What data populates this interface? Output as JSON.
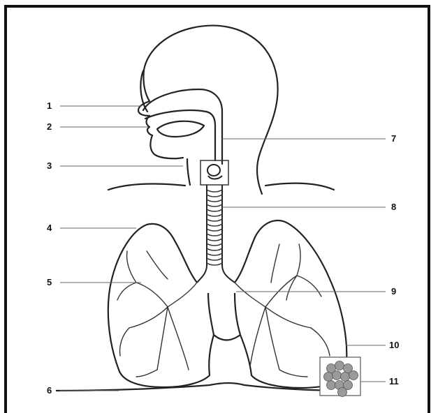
{
  "labels": [
    {
      "id": "1",
      "text": "1"
    },
    {
      "id": "2",
      "text": "2"
    },
    {
      "id": "3",
      "text": "3"
    },
    {
      "id": "4",
      "text": "4"
    },
    {
      "id": "5",
      "text": "5"
    },
    {
      "id": "6",
      "text": "6"
    },
    {
      "id": "7",
      "text": "7"
    },
    {
      "id": "8",
      "text": "8"
    },
    {
      "id": "9",
      "text": "9"
    },
    {
      "id": "10",
      "text": "10"
    },
    {
      "id": "11",
      "text": "11"
    }
  ],
  "colors": {
    "line": "#222222",
    "leader": "#666666",
    "frame": "#111111",
    "alveoli": "#9a9a9a"
  }
}
